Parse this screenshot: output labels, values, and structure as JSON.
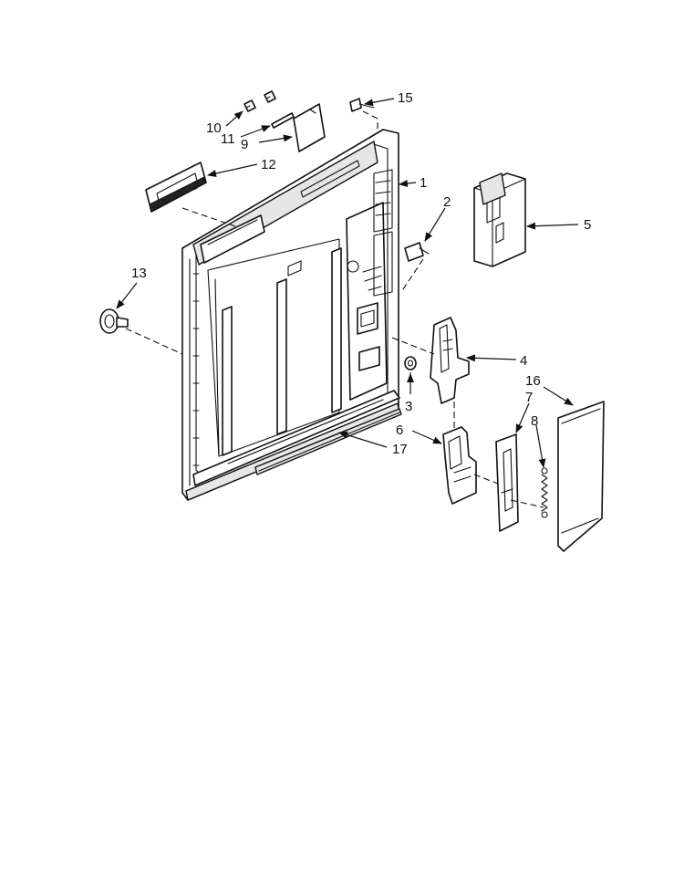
{
  "callouts": {
    "c1": "1",
    "c2": "2",
    "c3": "3",
    "c4": "4",
    "c5": "5",
    "c6": "6",
    "c7": "7",
    "c8": "8",
    "c9": "9",
    "c10": "10",
    "c11": "11",
    "c12": "12",
    "c13": "13",
    "c15": "15",
    "c16": "16",
    "c17": "17"
  }
}
